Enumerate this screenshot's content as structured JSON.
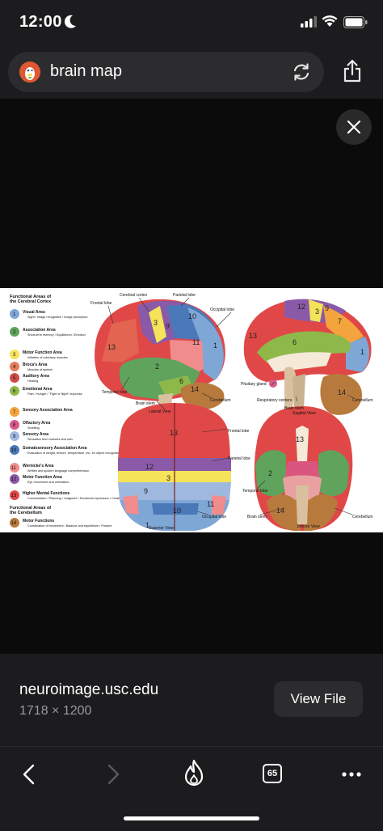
{
  "status_bar": {
    "time": "12:00"
  },
  "search": {
    "query": "brain map"
  },
  "image": {
    "legend": {
      "title_cortex": "Functional Areas of the Cerebral Cortex",
      "items": [
        {
          "num": "1",
          "name": "Visual Area:",
          "desc": "Sight / Image recognition / Image perception",
          "color": "#7fa7d6"
        },
        {
          "num": "2",
          "name": "Association Area",
          "desc": "Short-term memory / Equilibrium / Emotion",
          "color": "#5fa35d"
        },
        {
          "num": "3",
          "name": "Motor Function Area",
          "desc": "Initiation of voluntary muscles",
          "color": "#f5e35a"
        },
        {
          "num": "4",
          "name": "Broca's Area",
          "desc": "Muscles of speech",
          "color": "#e57c5a"
        },
        {
          "num": "5",
          "name": "Auditory Area",
          "desc": "Hearing",
          "color": "#d24b4b"
        },
        {
          "num": "6",
          "name": "Emotional Area",
          "desc": "Pain / Hunger / \"Fight or flight\" response",
          "color": "#8fb84a"
        },
        {
          "num": "7",
          "name": "Sensory Association Area",
          "desc": "",
          "color": "#f4a43c"
        },
        {
          "num": "8",
          "name": "Olfactory Area",
          "desc": "Smelling",
          "color": "#d85a8c"
        },
        {
          "num": "9",
          "name": "Sensory Area",
          "desc": "Sensation from muscles and skin",
          "color": "#9fb8e0"
        },
        {
          "num": "10",
          "name": "Somatosensory Association Area",
          "desc": "Evaluation of weight, texture, temperature, etc. for object recognition",
          "color": "#4a78b8"
        },
        {
          "num": "11",
          "name": "Wernicke's Area",
          "desc": "Written and spoken language comprehension",
          "color": "#f08c8c"
        },
        {
          "num": "12",
          "name": "Motor Function Area",
          "desc": "Eye movement and orientation",
          "color": "#8a5aa8"
        },
        {
          "num": "13",
          "name": "Higher Mental Functions",
          "desc": "Concentration / Planning / Judgment / Emotional expression / Creativity / Inhibition",
          "color": "#e04848"
        }
      ],
      "title_cerebellum": "Functional Areas of the Cerebellum",
      "cerebellum_item": {
        "num": "14",
        "name": "Motor Functions",
        "desc": "Coordination of movement / Balance and equilibrium / Posture",
        "color": "#b87a3c"
      }
    },
    "labels": {
      "lateral": [
        "Cerebral cortex",
        "Parietal lobe",
        "Frontal lobe",
        "Occipital lobe",
        "Temporal lobe",
        "Brain stem",
        "Cerebellum",
        "Lateral View"
      ],
      "sagittal": [
        "Pituitary gland",
        "Respiratory centers",
        "Brain stem",
        "Cerebellum",
        "Sagittal View"
      ],
      "superior": [
        "Frontal lobe",
        "Parietal lobe",
        "Occipital lobe",
        "Superior View"
      ],
      "inferior": [
        "Temporal lobe",
        "Brain stem",
        "Cerebellum",
        "Inferior View"
      ]
    }
  },
  "info": {
    "source": "neuroimage.usc.edu",
    "dimensions": "1718 × 1200",
    "view_file": "View File"
  },
  "tabs": {
    "count": "65"
  }
}
